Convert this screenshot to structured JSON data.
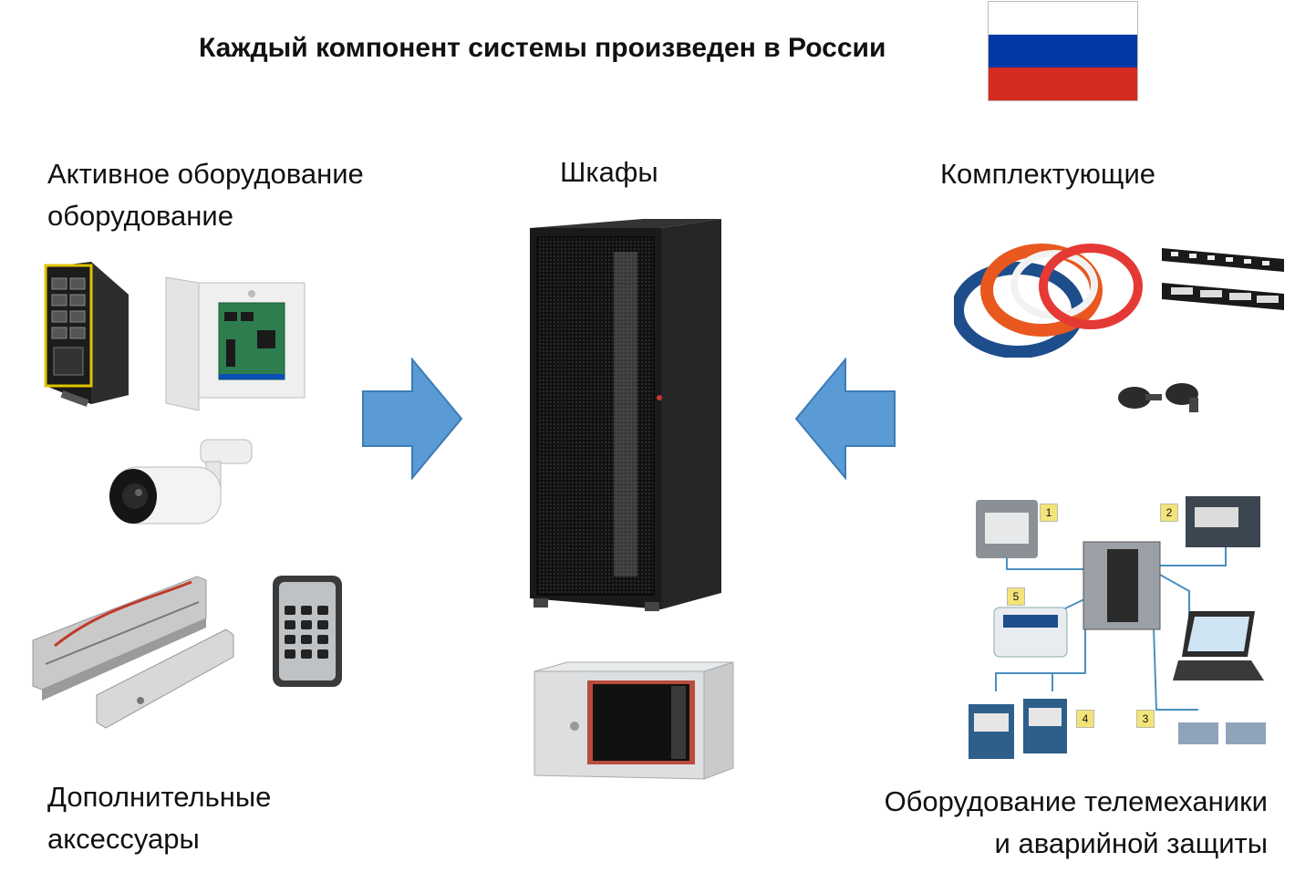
{
  "title": "Каждый компонент системы произведен в России",
  "colors": {
    "arrow_fill": "#5b9bd5",
    "arrow_stroke": "#3d7cb5",
    "flag_white": "#ffffff",
    "flag_blue": "#0039a6",
    "flag_red": "#d52b1e"
  },
  "groups": {
    "active": {
      "line1": "Активное оборудование",
      "line2": "оборудование"
    },
    "cabinets": {
      "label": "Шкафы"
    },
    "components": {
      "label": "Комплектующие"
    },
    "accessories": {
      "line1": "Дополнительные",
      "line2": "аксессуары"
    },
    "telemechanics": {
      "line1": "Оборудование телемеханики",
      "line2": "и аварийной защиты"
    }
  },
  "telemetry_badges": [
    "1",
    "2",
    "3",
    "4",
    "5"
  ],
  "icons": [
    "network-switch-icon",
    "controller-box-icon",
    "cctv-camera-icon",
    "magnetic-lock-icon",
    "keypad-icon",
    "server-rack-icon",
    "wall-cabinet-icon",
    "cable-coils-icon",
    "patch-panel-icon",
    "screws-icon",
    "telemetry-diagram-icon"
  ]
}
